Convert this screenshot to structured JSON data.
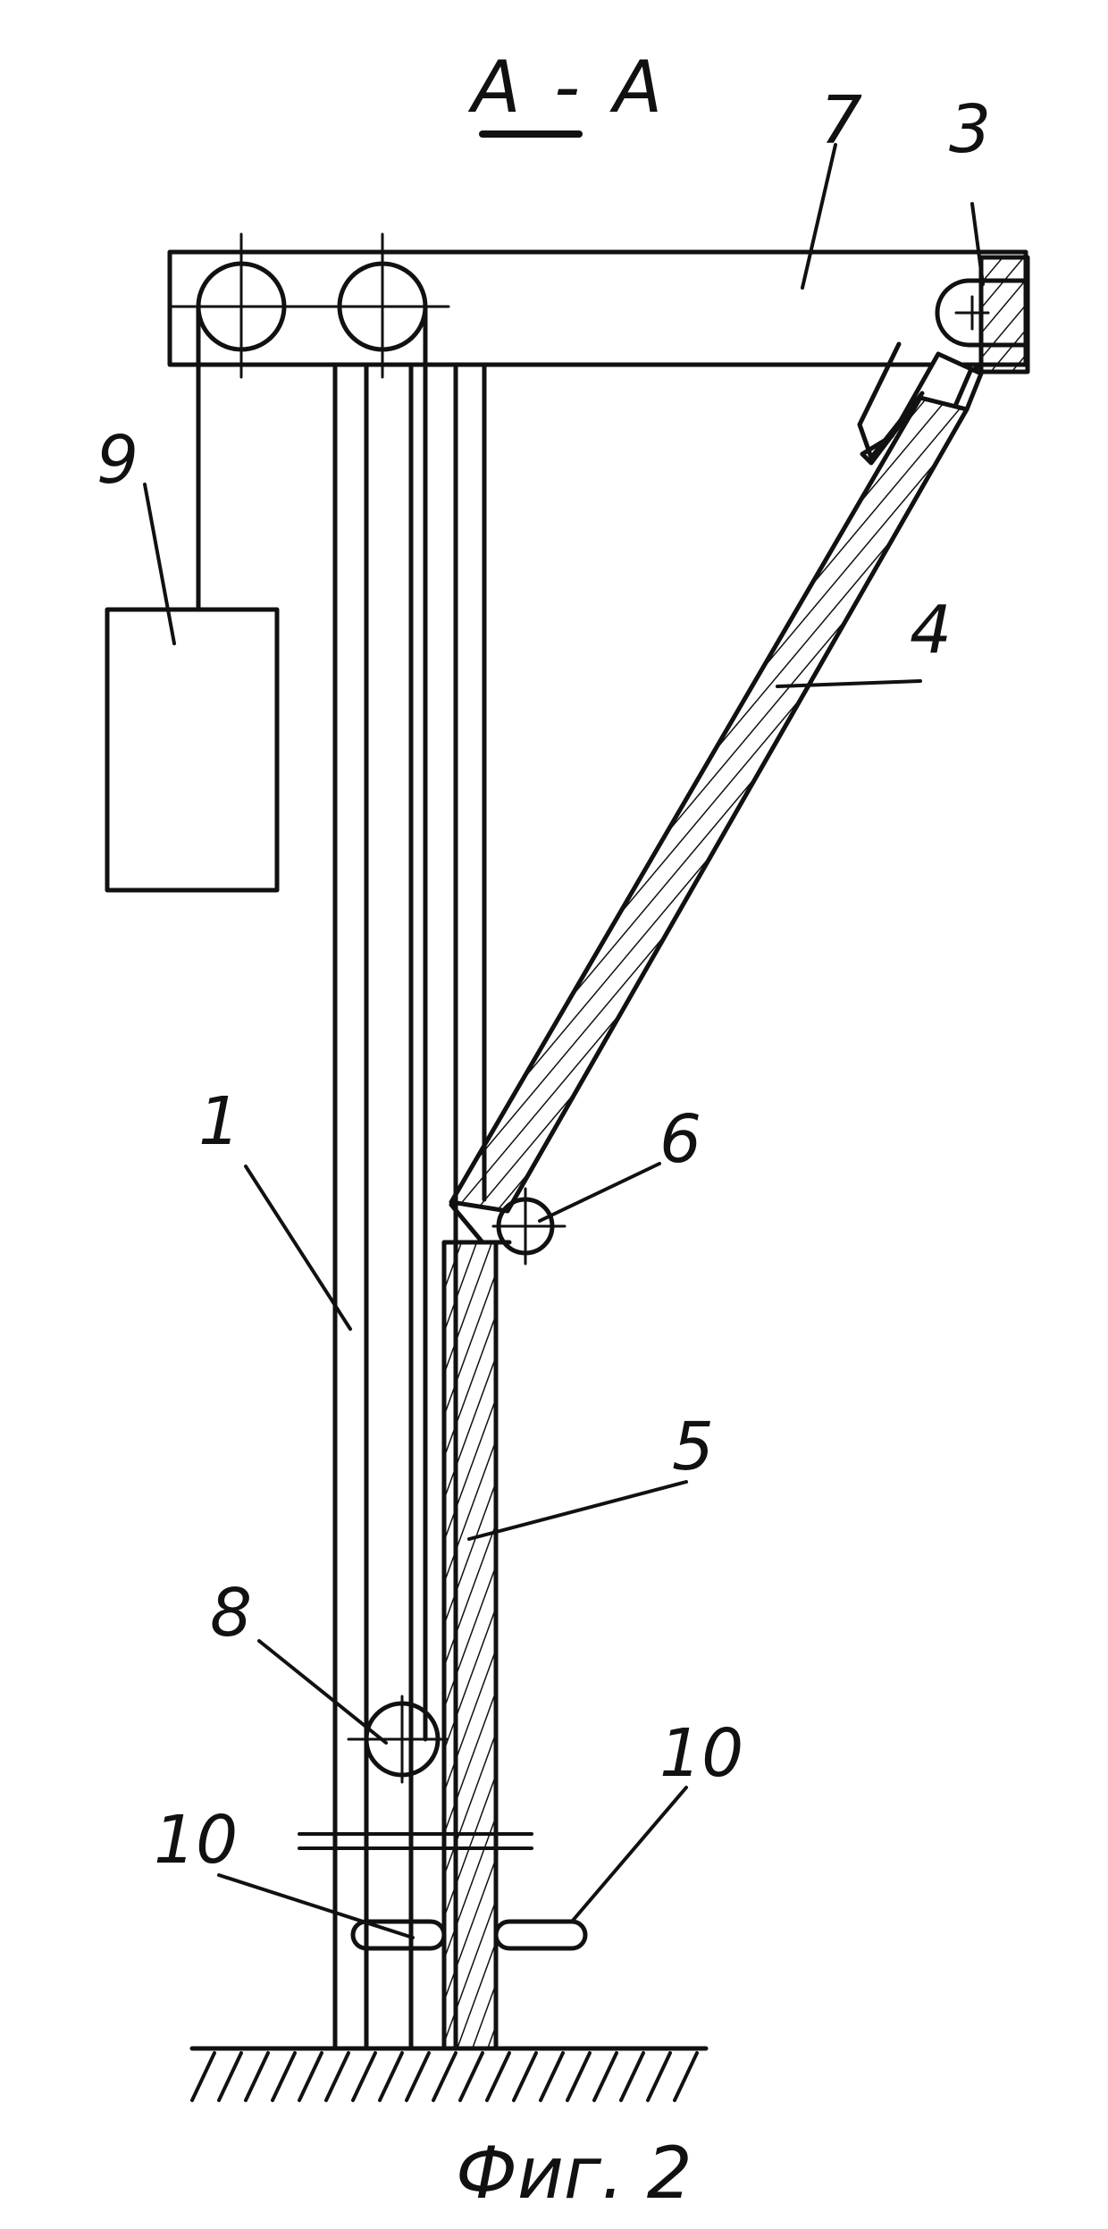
{
  "section_title": "А - А",
  "figure_caption": "Фиг. 2",
  "labels": {
    "l1": "1",
    "l3": "3",
    "l4": "4",
    "l5": "5",
    "l6": "6",
    "l7": "7",
    "l8": "8",
    "l9": "9",
    "l10a": "10",
    "l10b": "10"
  },
  "colors": {
    "ink": "#111111",
    "paper": "#ffffff"
  }
}
